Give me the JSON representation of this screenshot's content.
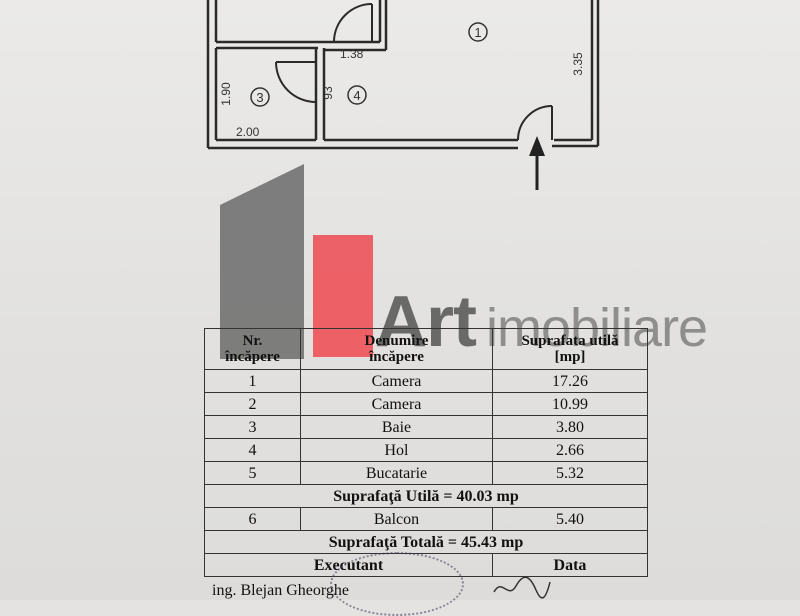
{
  "plan": {
    "room_numbers": [
      "1",
      "3",
      "4"
    ],
    "dimensions": {
      "hall_width": "1.38",
      "room1_height": "3.35",
      "bath_height": "1.90",
      "bath_width": "2.00",
      "hall_partial": "93"
    }
  },
  "watermark": {
    "brand_word": "Art",
    "tagline_word": "imobiliare",
    "colors": {
      "gray": "#6b6b6b",
      "red": "#ee3b44"
    }
  },
  "table": {
    "headers": {
      "nr": [
        "Nr.",
        "încăpere"
      ],
      "denumire": [
        "Denumire",
        "încăpere"
      ],
      "suprafata": [
        "Suprafata utilă",
        "[mp]"
      ]
    },
    "rows": [
      {
        "nr": "1",
        "name": "Camera",
        "area": "17.26"
      },
      {
        "nr": "2",
        "name": "Camera",
        "area": "10.99"
      },
      {
        "nr": "3",
        "name": "Baie",
        "area": "3.80"
      },
      {
        "nr": "4",
        "name": "Hol",
        "area": "2.66"
      },
      {
        "nr": "5",
        "name": "Bucatarie",
        "area": "5.32"
      }
    ],
    "useful_total": "Suprafaţă Utilă = 40.03 mp",
    "balcony": {
      "nr": "6",
      "name": "Balcon",
      "area": "5.40"
    },
    "grand_total": "Suprafaţă Totală = 45.43 mp",
    "footer": {
      "executant": "Executant",
      "data": "Data"
    },
    "signer": "ing. Blejan Gheorghe"
  }
}
